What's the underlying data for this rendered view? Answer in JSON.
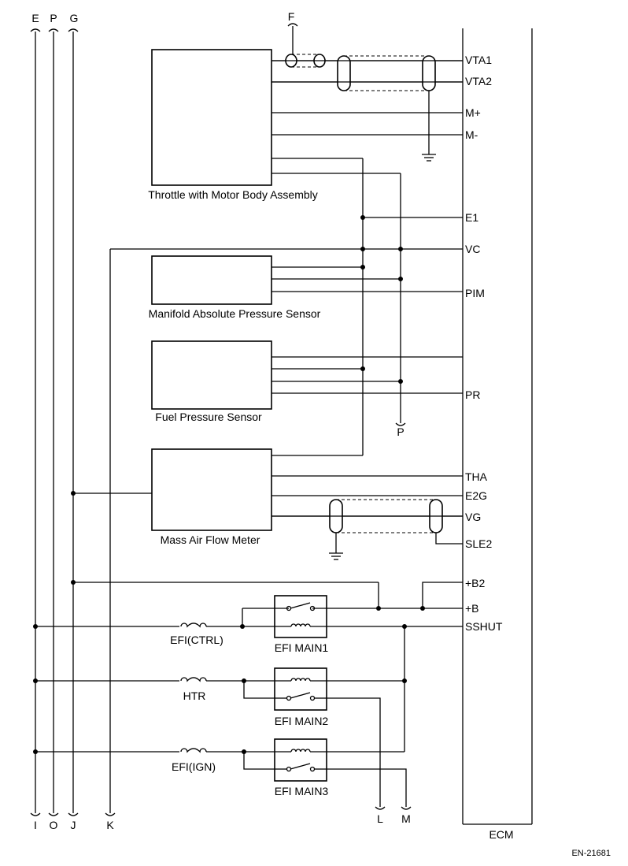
{
  "connectors_top": [
    "E",
    "P",
    "G",
    "F"
  ],
  "connectors_bottom": [
    "I",
    "O",
    "J",
    "K",
    "L",
    "M",
    "P"
  ],
  "components": {
    "throttle": "Throttle with Motor Body Assembly",
    "map_sensor": "Manifold Absolute Pressure Sensor",
    "fuel_pressure": "Fuel Pressure Sensor",
    "maf": "Mass Air Flow Meter",
    "ecm": "ECM"
  },
  "relays": [
    "EFI MAIN1",
    "EFI MAIN2",
    "EFI MAIN3"
  ],
  "fuses": [
    "EFI(CTRL)",
    "HTR",
    "EFI(IGN)"
  ],
  "ecm_pins": [
    "VTA1",
    "VTA2",
    "M+",
    "M-",
    "E1",
    "VC",
    "PIM",
    "PR",
    "THA",
    "E2G",
    "VG",
    "SLE2",
    "+B2",
    "+B",
    "SSHUT"
  ],
  "figure_id": "EN-21681"
}
